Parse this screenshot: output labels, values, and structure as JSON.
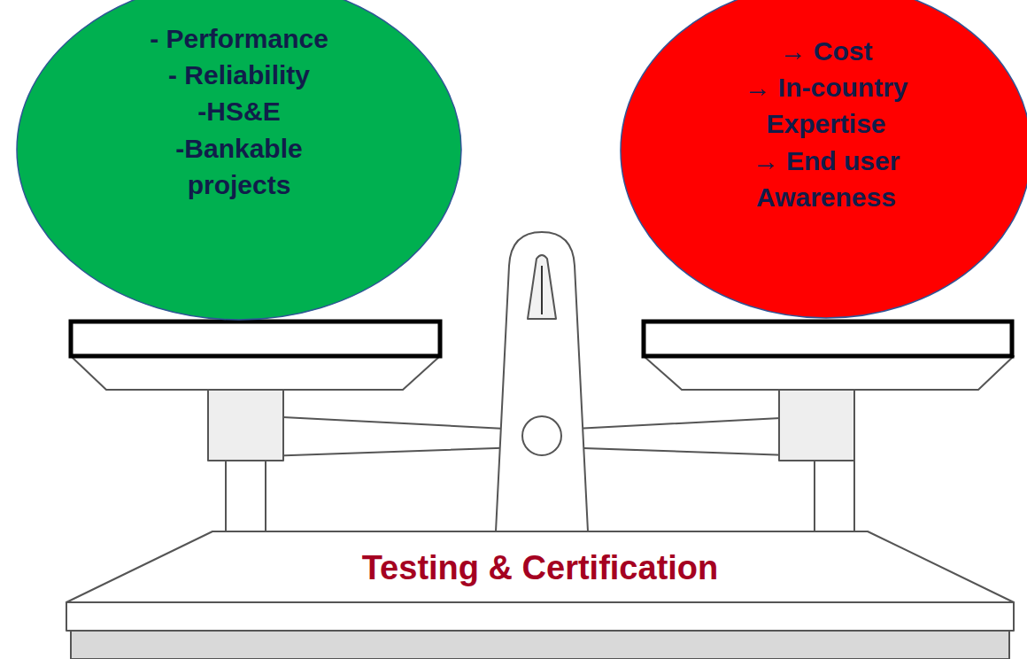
{
  "diagram": {
    "nodes": [
      {
        "text": [
          "- Performance",
          "- Reliability",
          "-HS&E",
          "-Bankable projects"
        ]
      },
      {
        "text": [
          "→ Cost",
          "→ In-country Expertise",
          "→ End user Awareness"
        ]
      }
    ],
    "labels": [
      "Testing & Certification"
    ]
  }
}
